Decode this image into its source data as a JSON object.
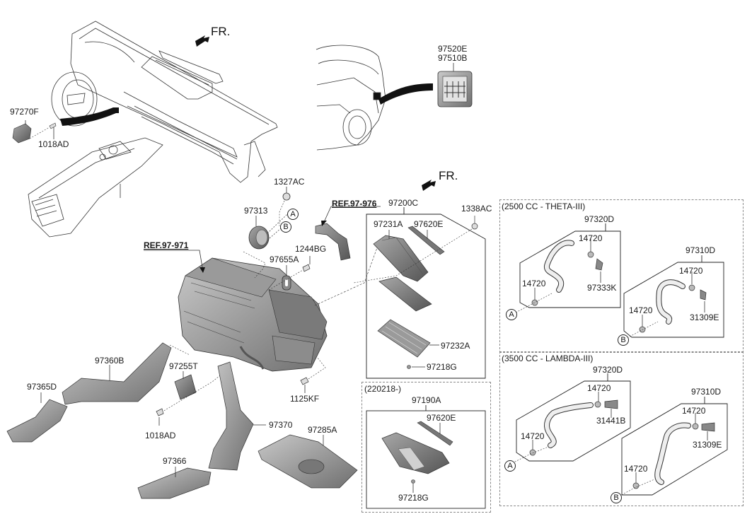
{
  "diagram": {
    "direction_label": "FR.",
    "references": {
      "ref_971": "REF.97-971",
      "ref_976": "REF.97-976"
    },
    "dashboard_parts": {
      "sensor": "97270F",
      "screw": "1018AD"
    },
    "vent_parts": {
      "grille_top": "97520E",
      "grille_bottom": "97510B"
    },
    "hvac_parts": {
      "nut_1327AC": "1327AC",
      "actuator_97313": "97313",
      "bolt_1244BG": "1244BG",
      "seal_97655A": "97655A",
      "bolt_1125KF": "1125KF",
      "module_97255T": "97255T",
      "screw_1018AD": "1018AD",
      "duct_97360B": "97360B",
      "duct_97365D": "97365D",
      "duct_97370": "97370",
      "duct_97366": "97366",
      "cover_97285A": "97285A"
    },
    "filter_assembly": {
      "assembly": "97200C",
      "nut": "1338AC",
      "case": "97231A",
      "seal": "97620E",
      "cover": "97232A",
      "screw": "97218G"
    },
    "filter_assembly_new": {
      "section_title": "(220218-)",
      "assembly": "97190A",
      "seal": "97620E",
      "screw": "97218G"
    },
    "connectors": {
      "a": "A",
      "b": "B"
    },
    "theta": {
      "section_title": "(2500 CC - THETA-III)",
      "hose_a": "97320D",
      "hose_a_clamp_top": "14720",
      "hose_a_clamp_bottom": "14720",
      "hose_a_fitting": "97333K",
      "hose_b": "97310D",
      "hose_b_clamp_top": "14720",
      "hose_b_clamp_bottom": "14720",
      "hose_b_fitting": "31309E"
    },
    "lambda": {
      "section_title": "(3500 CC - LAMBDA-III)",
      "hose_a": "97320D",
      "hose_a_clamp_top": "14720",
      "hose_a_clamp_bottom": "14720",
      "hose_a_fitting": "31441B",
      "hose_b": "97310D",
      "hose_b_clamp_top": "14720",
      "hose_b_clamp_bottom": "14720",
      "hose_b_fitting": "31309E"
    }
  }
}
